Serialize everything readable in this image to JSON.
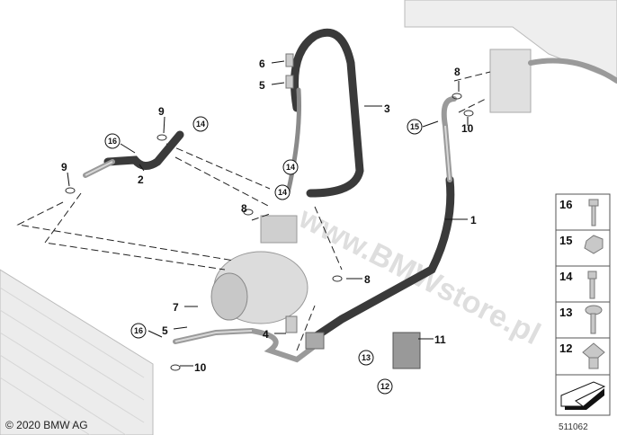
{
  "diagram": {
    "copyright": "© 2020 BMW AG",
    "part_number": "511062",
    "watermark": "www.BMWstore.pl",
    "callouts": [
      "6",
      "5",
      "3",
      "8",
      "10",
      "9",
      "2",
      "9",
      "8",
      "1",
      "8",
      "7",
      "5",
      "4",
      "11",
      "10"
    ],
    "circled_callouts": [
      "14",
      "16",
      "14",
      "14",
      "15",
      "16",
      "13",
      "12"
    ],
    "side_panel": [
      "16",
      "15",
      "14",
      "13",
      "12"
    ]
  }
}
